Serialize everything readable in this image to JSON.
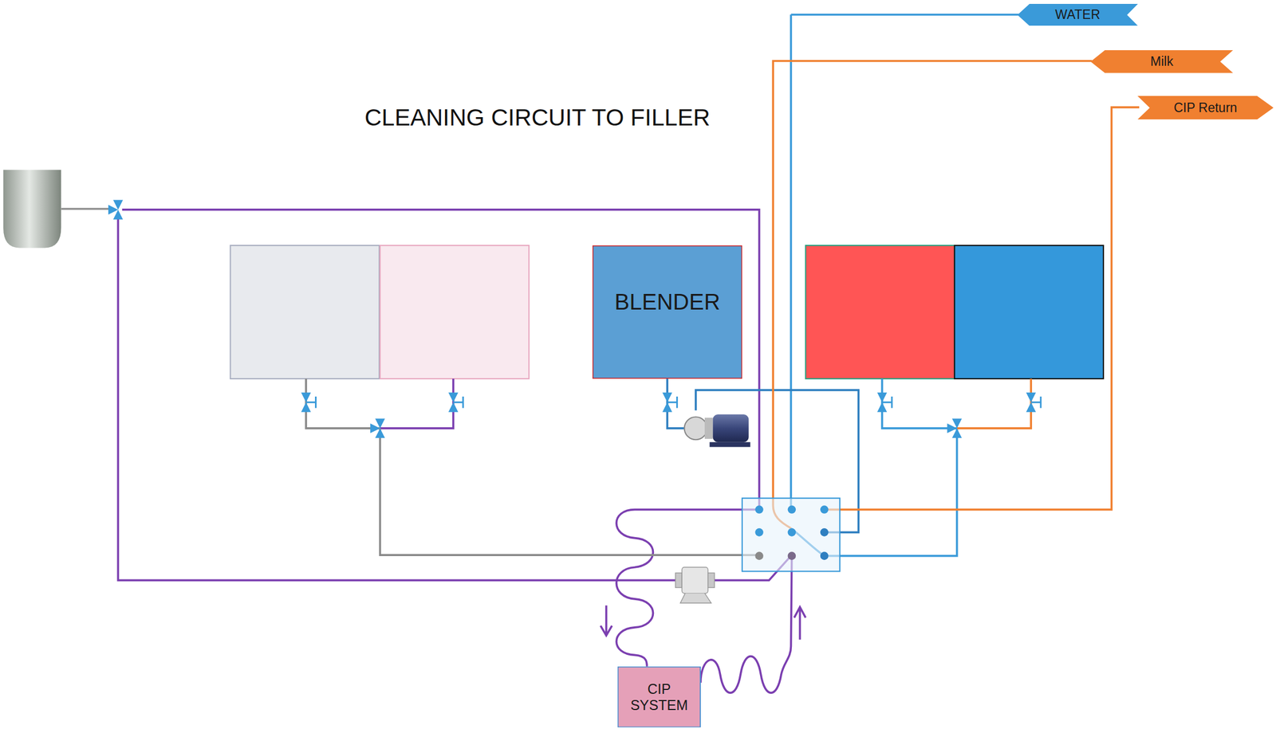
{
  "diagram": {
    "title": "CLEANING CIRCUIT TO FILLER",
    "nodes": [
      {
        "text": [
          "WATER"
        ]
      },
      {
        "text": [
          "Milk"
        ]
      },
      {
        "text": [
          "CIP Return"
        ]
      },
      {
        "text": [
          "BLENDER"
        ]
      },
      {
        "text": [
          "CIP SYSTEM"
        ]
      }
    ]
  }
}
